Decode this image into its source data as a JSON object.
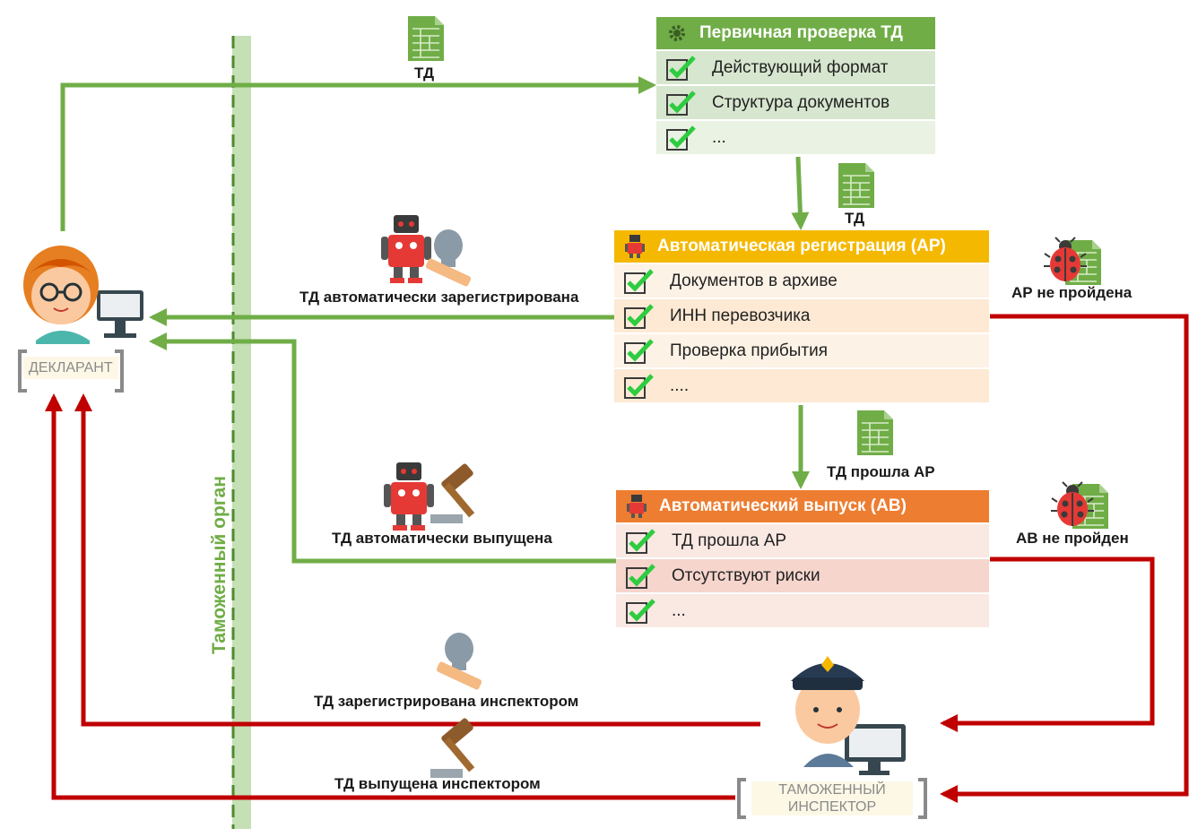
{
  "panels": {
    "primary": {
      "title": "Первичная проверка ТД",
      "items": [
        "Действующий формат",
        "Структура документов",
        "..."
      ]
    },
    "auto_registration": {
      "title": "Автоматическая регистрация (АР)",
      "items": [
        "Документов в архиве",
        "ИНН перевозчика",
        "Проверка прибытия",
        "...."
      ]
    },
    "auto_release": {
      "title": "Автоматический выпуск (АВ)",
      "items": [
        "ТД прошла АР",
        "Отсутствуют риски",
        "..."
      ]
    }
  },
  "labels": {
    "td_top": "ТД",
    "td_mid": "ТД",
    "td_passed_ar": "ТД прошла АР",
    "auto_registered": "ТД автоматически зарегистрирована",
    "auto_released": "ТД автоматически выпущена",
    "ar_failed": "АР не пройдена",
    "av_failed": "АВ не пройден",
    "inspector_registered": "ТД зарегистрирована инспектором",
    "inspector_released": "ТД  выпущена инспектором",
    "customs_body": "Таможенный орган"
  },
  "actors": {
    "declarant": "ДЕКЛАРАНТ",
    "inspector_line1": "ТАМОЖЕННЫЙ",
    "inspector_line2": "ИНСПЕКТОР"
  },
  "colors": {
    "green": "#70ad47",
    "red": "#c00000",
    "yellow": "#f5b800",
    "orange": "#ed7d31"
  }
}
